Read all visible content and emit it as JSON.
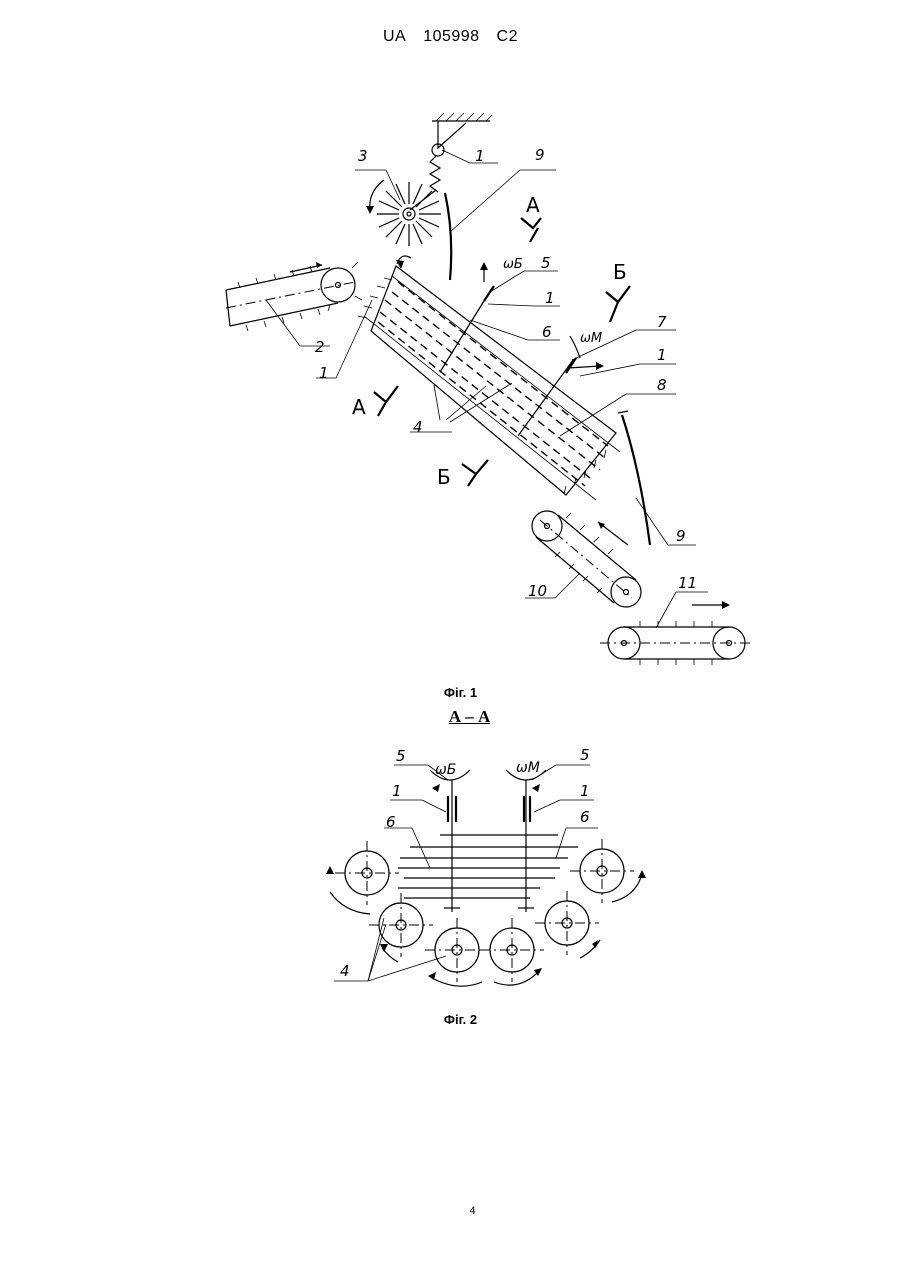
{
  "header": {
    "country": "UA",
    "number": "105998",
    "kind": "C2"
  },
  "fig1": {
    "caption": "Фіг. 1",
    "labels": {
      "l1a": "1",
      "l1b": "1",
      "l1c": "1",
      "l1d": "1",
      "l2": "2",
      "l3": "3",
      "l4": "4",
      "l5": "5",
      "l6": "6",
      "l7": "7",
      "l8": "8",
      "l9a": "9",
      "l9b": "9",
      "l10": "10",
      "l11": "11",
      "omega_b": "ωБ",
      "omega_m": "ωM"
    },
    "section_marks": {
      "a_top": "А",
      "a_bottom": "А",
      "b_top": "Б",
      "b_bottom": "Б"
    }
  },
  "fig2": {
    "section_title": "А – А",
    "caption": "Фіг. 2",
    "labels": {
      "l5a": "5",
      "l5b": "5",
      "l1a": "1",
      "l1b": "1",
      "l6a": "6",
      "l6b": "6",
      "l4": "4",
      "omega_b": "ωБ",
      "omega_m": "ωM"
    }
  },
  "page_number": "4"
}
